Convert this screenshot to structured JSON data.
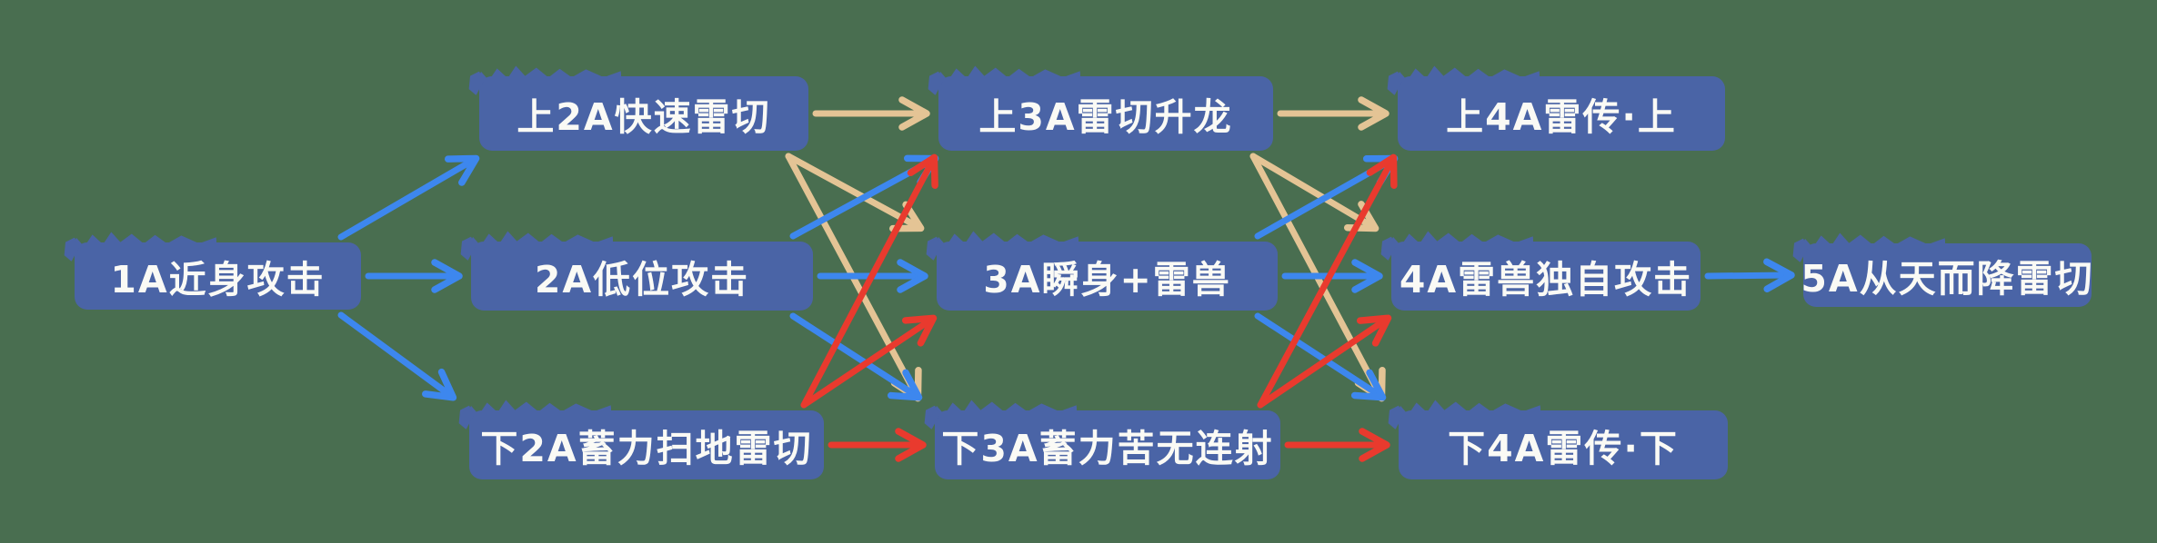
{
  "diagram": {
    "type": "combo-flowchart",
    "colors": {
      "background": "#496E50",
      "box": "#4A64A6",
      "text": "#FAFAF5",
      "arrows": {
        "blue": "#3D87EE",
        "red": "#E93A2E",
        "tan": "#E4C495"
      }
    },
    "nodes": [
      {
        "id": "1a",
        "label": "1A近身攻击"
      },
      {
        "id": "2a-up",
        "label": "上2A快速雷切"
      },
      {
        "id": "2a-mid",
        "label": "2A低位攻击"
      },
      {
        "id": "2a-down",
        "label": "下2A蓄力扫地雷切"
      },
      {
        "id": "3a-up",
        "label": "上3A雷切升龙"
      },
      {
        "id": "3a-mid",
        "label": "3A瞬身+雷兽"
      },
      {
        "id": "3a-down",
        "label": "下3A蓄力苦无连射"
      },
      {
        "id": "4a-up",
        "label": "上4A雷传·上"
      },
      {
        "id": "4a-mid",
        "label": "4A雷兽独自攻击"
      },
      {
        "id": "4a-down",
        "label": "下4A雷传·下"
      },
      {
        "id": "5a",
        "label": "5A从天而降雷切"
      }
    ],
    "edges": [
      {
        "from": "1a",
        "to": "2a-up",
        "color": "blue"
      },
      {
        "from": "1a",
        "to": "2a-mid",
        "color": "blue"
      },
      {
        "from": "1a",
        "to": "2a-down",
        "color": "blue"
      },
      {
        "from": "2a-up",
        "to": "3a-up",
        "color": "tan"
      },
      {
        "from": "2a-up",
        "to": "3a-mid",
        "color": "tan"
      },
      {
        "from": "2a-up",
        "to": "3a-down",
        "color": "tan"
      },
      {
        "from": "2a-mid",
        "to": "3a-up",
        "color": "blue"
      },
      {
        "from": "2a-mid",
        "to": "3a-mid",
        "color": "blue"
      },
      {
        "from": "2a-mid",
        "to": "3a-down",
        "color": "blue"
      },
      {
        "from": "2a-down",
        "to": "3a-up",
        "color": "red"
      },
      {
        "from": "2a-down",
        "to": "3a-mid",
        "color": "red"
      },
      {
        "from": "2a-down",
        "to": "3a-down",
        "color": "red"
      },
      {
        "from": "3a-up",
        "to": "4a-up",
        "color": "tan"
      },
      {
        "from": "3a-up",
        "to": "4a-mid",
        "color": "tan"
      },
      {
        "from": "3a-up",
        "to": "4a-down",
        "color": "tan"
      },
      {
        "from": "3a-mid",
        "to": "4a-up",
        "color": "blue"
      },
      {
        "from": "3a-mid",
        "to": "4a-mid",
        "color": "blue"
      },
      {
        "from": "3a-mid",
        "to": "4a-down",
        "color": "blue"
      },
      {
        "from": "3a-down",
        "to": "4a-up",
        "color": "red"
      },
      {
        "from": "3a-down",
        "to": "4a-mid",
        "color": "red"
      },
      {
        "from": "3a-down",
        "to": "4a-down",
        "color": "red"
      },
      {
        "from": "4a-mid",
        "to": "5a",
        "color": "blue"
      }
    ]
  }
}
